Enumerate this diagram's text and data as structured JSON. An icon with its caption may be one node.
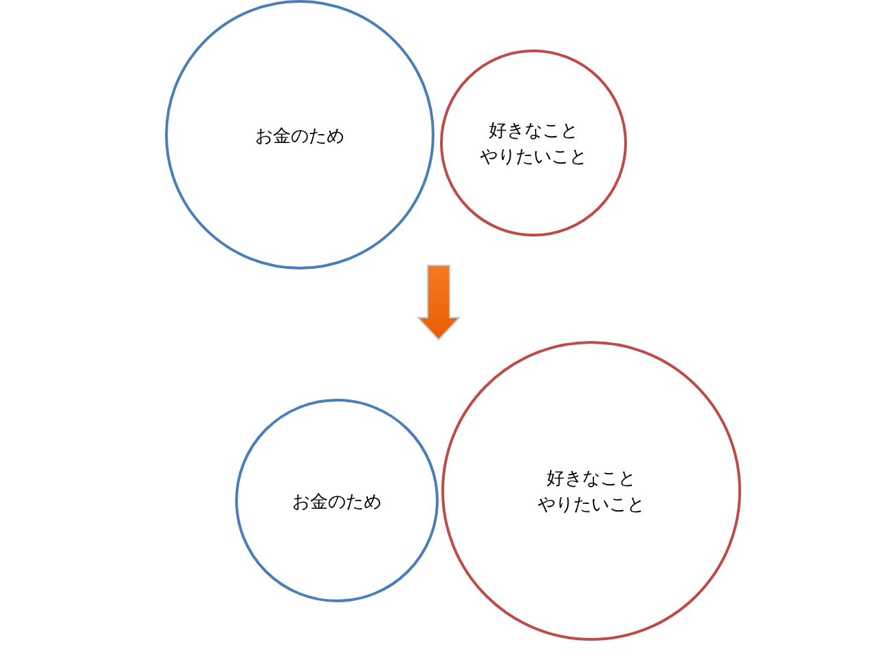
{
  "diagram": {
    "nodes": [
      {
        "text": [
          "お金のため"
        ]
      },
      {
        "text": [
          "好きなこと",
          "やりたいこと"
        ]
      },
      {
        "text": [
          "お金のため"
        ]
      },
      {
        "text": [
          "好きなこと",
          "やりたいこと"
        ]
      }
    ],
    "edges": [
      {
        "from": 0,
        "to": 3,
        "arrow": "to"
      }
    ]
  }
}
